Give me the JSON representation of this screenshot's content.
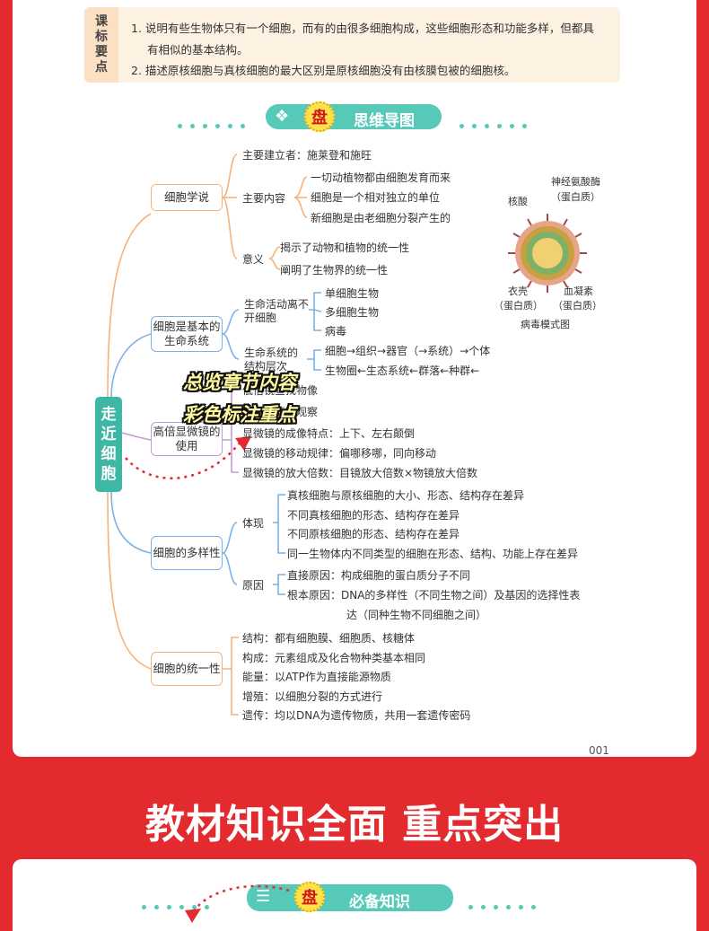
{
  "goals": {
    "label": [
      "课",
      "标",
      "要",
      "点"
    ],
    "line1a": "1. 说明有些生物体只有一个细胞，而有的由很多细胞构成，这些细胞形态和功能多样，但都具",
    "line1b": "有相似的基本结构。",
    "line2": "2. 描述原核细胞与真核细胞的最大区别是原核细胞没有由核膜包被的细胞核。"
  },
  "banner1": {
    "seal": "盘",
    "title": "思维导图",
    "icon": "clover-icon"
  },
  "root": [
    "走",
    "近",
    "细",
    "胞"
  ],
  "branches": {
    "theory": {
      "label": "细胞学说",
      "founders": "主要建立者：施莱登和施旺",
      "content_label": "主要内容",
      "content": [
        "一切动植物都由细胞发育而来",
        "细胞是一个相对独立的单位",
        "新细胞是由老细胞分裂产生的"
      ],
      "meaning_label": "意义",
      "meaning": [
        "揭示了动物和植物的统一性",
        "阐明了生物界的统一性"
      ]
    },
    "basic": {
      "label": "细胞是基本的生命系统",
      "activity_label": "生命活动离不开细胞",
      "activity": [
        "单细胞生物",
        "多细胞生物",
        "病毒"
      ],
      "structure_label": "生命系统的结构层次",
      "structure": [
        "细胞→组织→器官（→系统）→个体",
        "生物圈←生态系统←群落←种群←"
      ]
    },
    "microscope": {
      "label": "高倍显微镜的使用",
      "items": [
        "低倍镜查找物像",
        "高倍镜清晰观察",
        "显微镜的成像特点：上下、左右颠倒",
        "显微镜的移动规律：偏哪移哪，同向移动",
        "显微镜的放大倍数：目镜放大倍数×物镜放大倍数"
      ]
    },
    "diversity": {
      "label": "细胞的多样性",
      "show_label": "体现",
      "show": [
        "真核细胞与原核细胞的大小、形态、结构存在差异",
        "不同真核细胞的形态、结构存在差异",
        "不同原核细胞的形态、结构存在差异",
        "同一生物体内不同类型的细胞在形态、结构、功能上存在差异"
      ],
      "reason_label": "原因",
      "reason": [
        "直接原因：构成细胞的蛋白质分子不同",
        "根本原因：DNA的多样性（不同生物之间）及基因的选择性表",
        "达（同种生物不同细胞之间）"
      ]
    },
    "unity": {
      "label": "细胞的统一性",
      "items": [
        "结构：都有细胞膜、细胞质、核糖体",
        "构成：元素组成及化合物种类基本相同",
        "能量：以ATP作为直接能源物质",
        "增殖：以细胞分裂的方式进行",
        "遗传：均以DNA为遗传物质，共用一套遗传密码"
      ]
    }
  },
  "virus": {
    "caption": "病毒模式图",
    "nucleic": "核酸",
    "neuraminidase": "神经氨酸酶",
    "neuraminidase_sub": "（蛋白质）",
    "shell": "衣壳",
    "shell_sub": "（蛋白质）",
    "hemagglutinin": "血凝素",
    "hemagglutinin_sub": "（蛋白质）"
  },
  "overlay": {
    "line1": "总览章节内容",
    "line2": "彩色标注重点"
  },
  "page_number": "001",
  "headline": "教材知识全面 重点突出",
  "banner2": {
    "seal": "盘",
    "title": "必备知识",
    "icon": "list-icon"
  },
  "colors": {
    "red": "#e32b2f",
    "teal": "#3eb7a4",
    "orange": "#f5b27a",
    "blue": "#7db2e6",
    "purple": "#c49ad8"
  }
}
